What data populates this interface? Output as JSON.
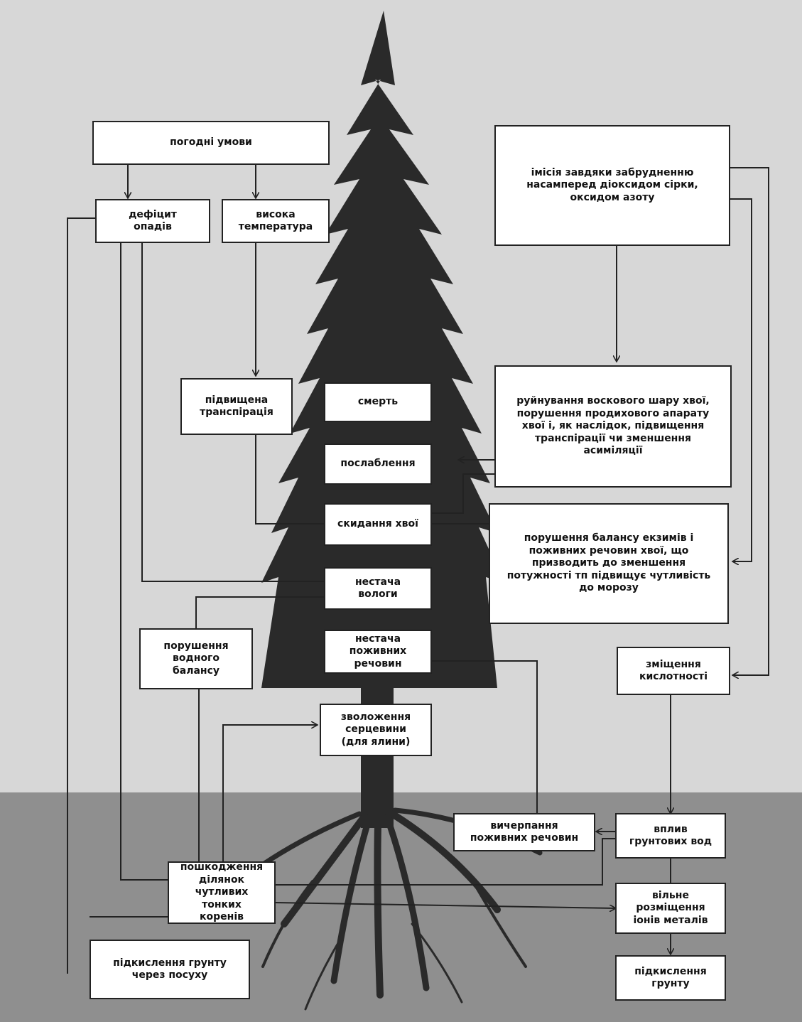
{
  "boxes": {
    "weather": "погодні умови",
    "precip_deficit": "дефіцит\nопадів",
    "high_temp": "висока\nтемпература",
    "emission": "імісія завдяки забрудненню\nнасамперед діоксидом сірки,\nоксидом азоту",
    "transpiration": "підвищена\nтранспірація",
    "death": "смерть",
    "wax_damage": "руйнування воскового шару хвої,\nпорушення продихового апарату\nхвої і, як наслідок, підвищення\nтранспірації чи зменшення\nасиміляції",
    "weakening": "послаблення",
    "needle_drop": "скидання хвої",
    "balance_disturb": "порушення балансу екзимів і\nпоживних речовин хвої, що\nпризводить до зменшення\nпотужності тп підвищує чутливість\nдо морозу",
    "moisture_lack": "нестача\nвологи",
    "water_balance": "порушення\nводного\nбалансу",
    "nutrient_lack": "нестача\nпоживних\nречовин",
    "acidity_shift": "зміщення\nкислотності",
    "heartwood": "зволоження\nсерцевини\n(для ялини)",
    "nutrient_depletion": "вичерпання\nпоживних речовин",
    "groundwater": "вплив\nгрунтових вод",
    "root_damage": "пошкодження\nділянок\nчутливих тонких\nкоренів",
    "metal_ions": "вільне\nрозміщення\nіонів металів",
    "drought_acid": "підкислення грунту\nчерез посуху",
    "soil_acid": "підкислення\nгрунту"
  },
  "colors": {
    "soil": "#8f8f8f",
    "tree": "#2a2a2a",
    "box_fill": "#ffffff",
    "line": "#222222"
  }
}
